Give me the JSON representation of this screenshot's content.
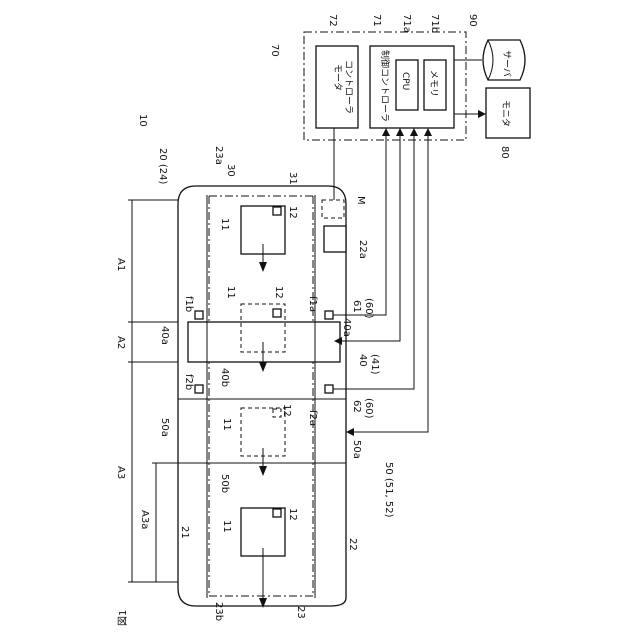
{
  "figure": {
    "label": "図1"
  },
  "refs": {
    "r10": "10",
    "r20": "20 (24)",
    "r21": "21",
    "r22": "22",
    "r22a": "22a",
    "r23": "23",
    "r23a": "23a",
    "r23b": "23b",
    "r30": "30",
    "r31": "31",
    "r40": "40",
    "r41": "(41)",
    "r40a_top": "40a",
    "r40a_bot": "40a",
    "r40b": "40b",
    "r50": "50 (51, 52)",
    "r50a_top": "50a",
    "r50a_bot": "50a",
    "r50b": "50b",
    "r61": "61",
    "r60a": "(60)",
    "r62": "62",
    "r60b": "(60)",
    "r70": "70",
    "r71": "71",
    "r71a": "71a",
    "r71b": "71b",
    "r72": "72",
    "r80": "80",
    "r90": "90",
    "rM": "M",
    "r11": "11",
    "r12": "12",
    "f1a": "f1a",
    "f1b": "f1b",
    "f2a": "f2a",
    "f2b": "f2b"
  },
  "zones": {
    "A1": "A1",
    "A2": "A2",
    "A3": "A3",
    "A3a": "A3a"
  },
  "blocks": {
    "motor_controller": "モータ\nコントローラ",
    "main_controller": "制御コントローラ",
    "cpu": "CPU",
    "memory": "メモリ",
    "monitor": "モニタ",
    "server": "サーバ"
  }
}
